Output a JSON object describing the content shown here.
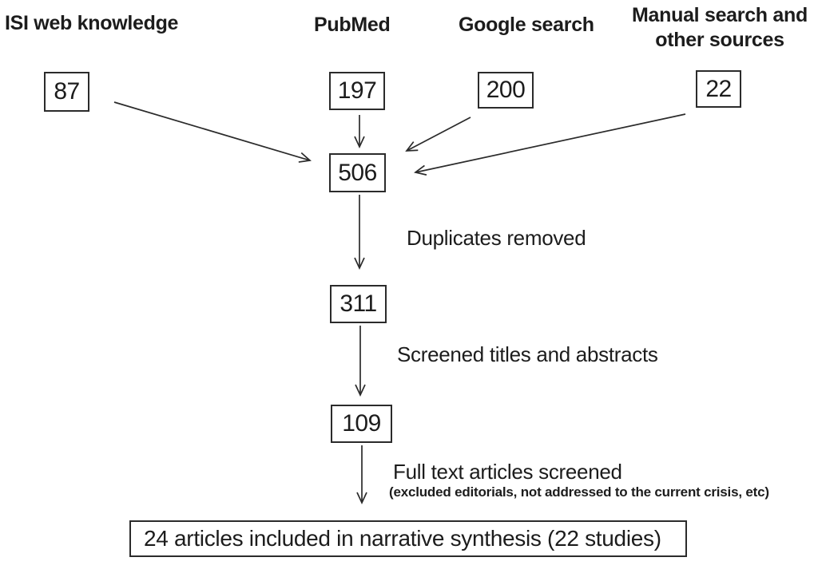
{
  "colors": {
    "ink": "#1c1c1c",
    "box_border": "#2b2b2b",
    "background": "#ffffff"
  },
  "sources": [
    {
      "name": "isi-web-knowledge",
      "label": "ISI web knowledge",
      "count": "87"
    },
    {
      "name": "pubmed",
      "label": "PubMed",
      "count": "197"
    },
    {
      "name": "google-search",
      "label": "Google search",
      "count": "200"
    },
    {
      "name": "manual-search",
      "label": "Manual search and other sources",
      "count": "22"
    }
  ],
  "flow": {
    "combined_count": "506",
    "after_duplicates_count": "311",
    "after_screening_count": "109",
    "final_statement": "24 articles included in narrative synthesis (22 studies)"
  },
  "step_labels": {
    "duplicates": "Duplicates removed",
    "screening": "Screened titles and abstracts",
    "full_text": "Full text articles screened",
    "full_text_note": "(excluded editorials, not addressed to the current crisis, etc)"
  }
}
